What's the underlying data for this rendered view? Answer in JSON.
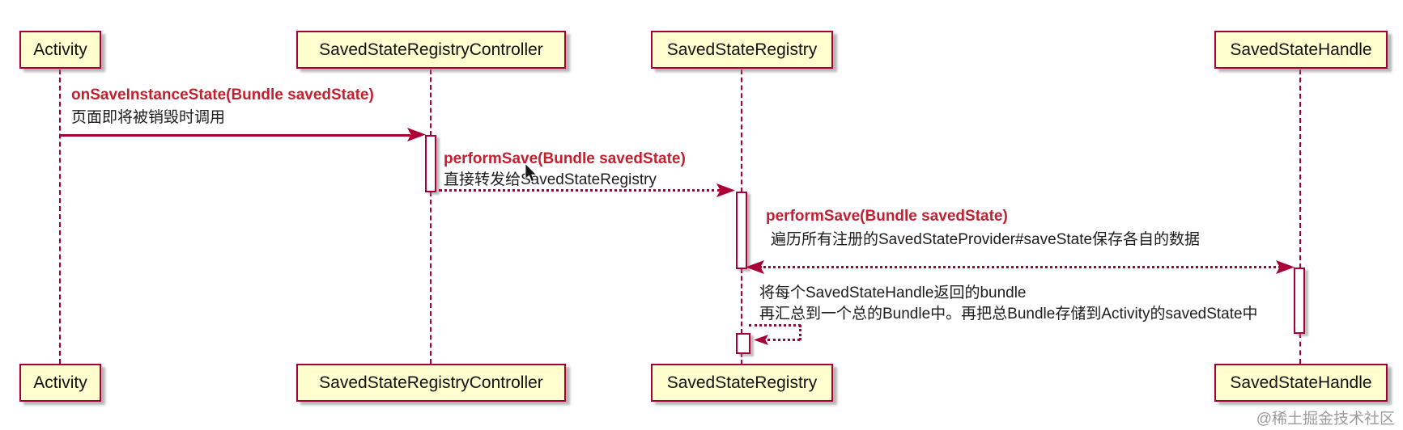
{
  "diagram": {
    "participants": [
      {
        "name": "Activity"
      },
      {
        "name": "SavedStateRegistryController"
      },
      {
        "name": "SavedStateRegistry"
      },
      {
        "name": "SavedStateHandle"
      }
    ],
    "messages": [
      {
        "title": "onSaveInstanceState(Bundle savedState)",
        "note": "页面即将被销毁时调用",
        "from": "Activity",
        "to": "SavedStateRegistryController",
        "style": "solid"
      },
      {
        "title": "performSave(Bundle savedState)",
        "note": "直接转发给SavedStateRegistry",
        "from": "SavedStateRegistryController",
        "to": "SavedStateRegistry",
        "style": "dotted"
      },
      {
        "title": "performSave(Bundle savedState)",
        "note": "遍历所有注册的SavedStateProvider#saveState保存各自的数据",
        "from": "SavedStateRegistry",
        "to": "SavedStateHandle",
        "style": "dotted-double"
      },
      {
        "note_line1": "将每个SavedStateHandle返回的bundle",
        "note_line2": "再汇总到一个总的Bundle中。再把总Bundle存储到Activity的savedState中",
        "from": "SavedStateRegistry",
        "to": "SavedStateRegistry",
        "style": "dotted-self"
      }
    ],
    "watermark": "@稀土掘金技术社区",
    "colors": {
      "participant_fill": "#fefece",
      "line_maroon": "#a80036",
      "message_red": "#c41f2f",
      "text_black": "#1c1c1c",
      "watermark_gray": "#9b9b9b"
    }
  }
}
